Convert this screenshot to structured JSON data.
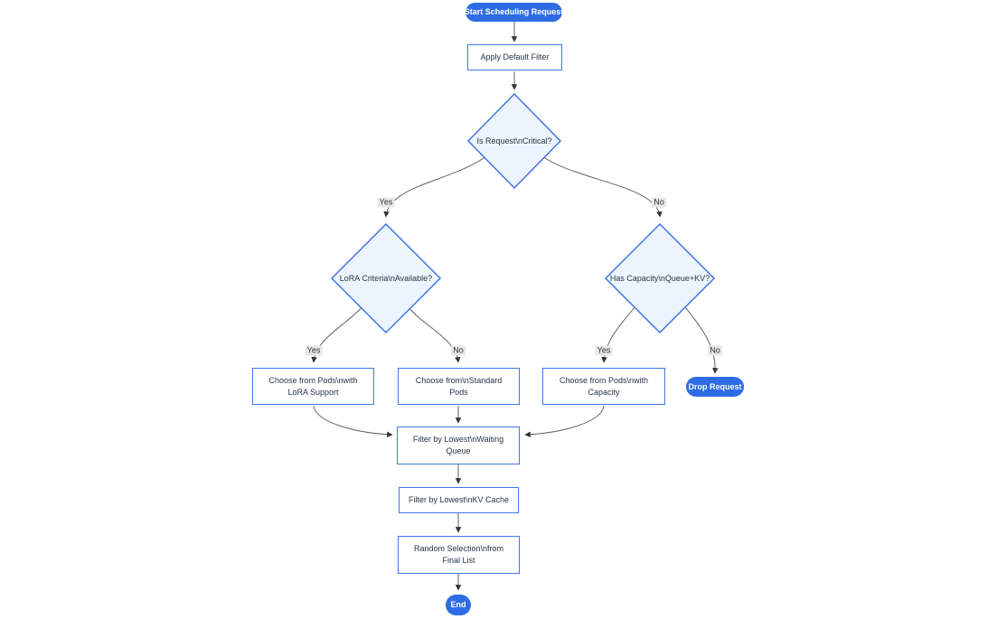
{
  "diagram": {
    "type": "flowchart",
    "nodes": {
      "start": {
        "label": "Start Scheduling Request"
      },
      "apply_filter": {
        "lines": [
          "Apply Default Filter"
        ]
      },
      "is_critical": {
        "lines": [
          "Is Request\\nCritical?"
        ]
      },
      "lora_criteria": {
        "lines": [
          "LoRA Criteria\\nAvailable?"
        ]
      },
      "has_capacity": {
        "lines": [
          "Has Capacity\\nQueue+KV?"
        ]
      },
      "choose_lora": {
        "lines": [
          "Choose from Pods\\nwith",
          "LoRA Support"
        ]
      },
      "choose_standard": {
        "lines": [
          "Choose from\\nStandard",
          "Pods"
        ]
      },
      "choose_capacity": {
        "lines": [
          "Choose from Pods\\nwith",
          "Capacity"
        ]
      },
      "drop_request": {
        "label": "Drop Request"
      },
      "filter_queue": {
        "lines": [
          "Filter by Lowest\\nWaiting",
          "Queue"
        ]
      },
      "filter_kv": {
        "lines": [
          "Filter by Lowest\\nKV Cache"
        ]
      },
      "random_selection": {
        "lines": [
          "Random Selection\\nfrom",
          "Final List"
        ]
      },
      "end": {
        "label": "End"
      }
    },
    "edge_labels": {
      "critical_yes": "Yes",
      "critical_no": "No",
      "lora_yes": "Yes",
      "lora_no": "No",
      "capacity_yes": "Yes",
      "capacity_no": "No"
    },
    "colors": {
      "pill_fill": "#2d6ce4",
      "pill_text": "#ffffff",
      "rect_fill": "#ffffff",
      "rect_border": "#4076e8",
      "diamond_fill": "#ecf5fd",
      "diamond_border": "#3b70e2",
      "node_text": "#283445",
      "edge_line": "#5f6368",
      "arrowhead": "#333333",
      "edge_label_text": "#333333",
      "edge_label_bg": "#e8e8e8"
    }
  }
}
